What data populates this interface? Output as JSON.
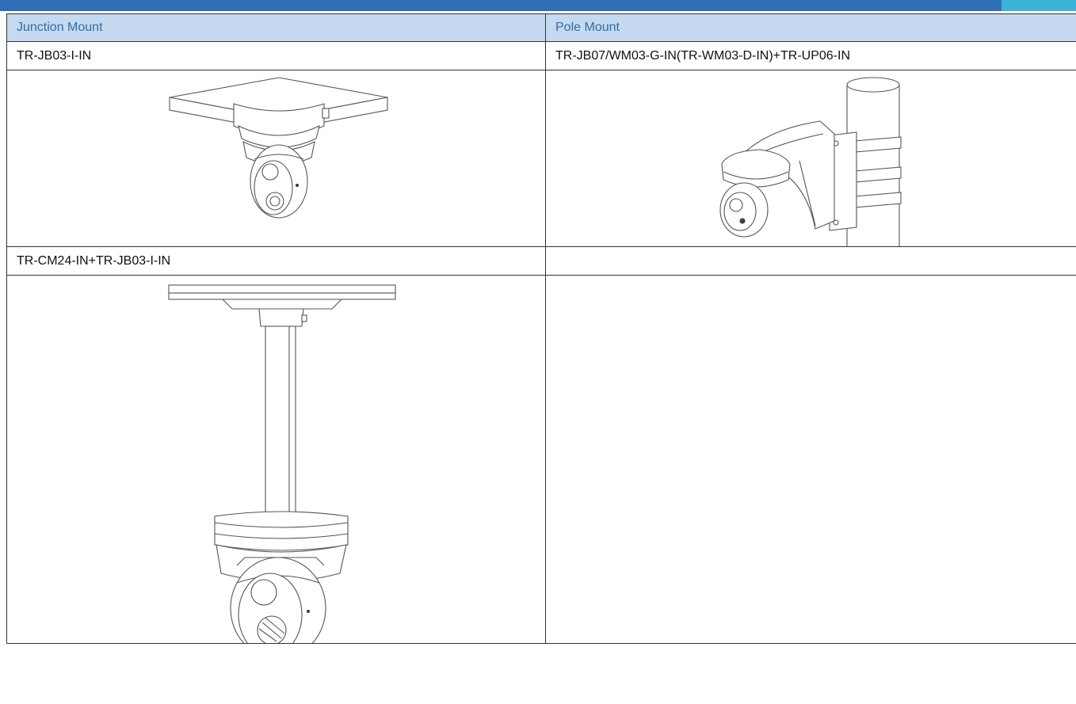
{
  "header": {
    "col1": "Junction Mount",
    "col2": "Pole Mount"
  },
  "rows": [
    {
      "left": "TR-JB03-I-IN",
      "right": "TR-JB07/WM03-G-IN(TR-WM03-D-IN)+TR-UP06-IN"
    },
    {
      "left": "TR-CM24-IN+TR-JB03-I-IN",
      "right": ""
    }
  ],
  "images": {
    "junction": "junction-mount-drawing",
    "pole": "pole-mount-drawing",
    "ceiling": "ceiling-pendant-mount-drawing"
  },
  "colors": {
    "header_bg": "#c5d9f0",
    "header_text": "#2f6ea8",
    "top_bar": "#2e6fb5",
    "top_bar_accent": "#3cb4d8"
  }
}
